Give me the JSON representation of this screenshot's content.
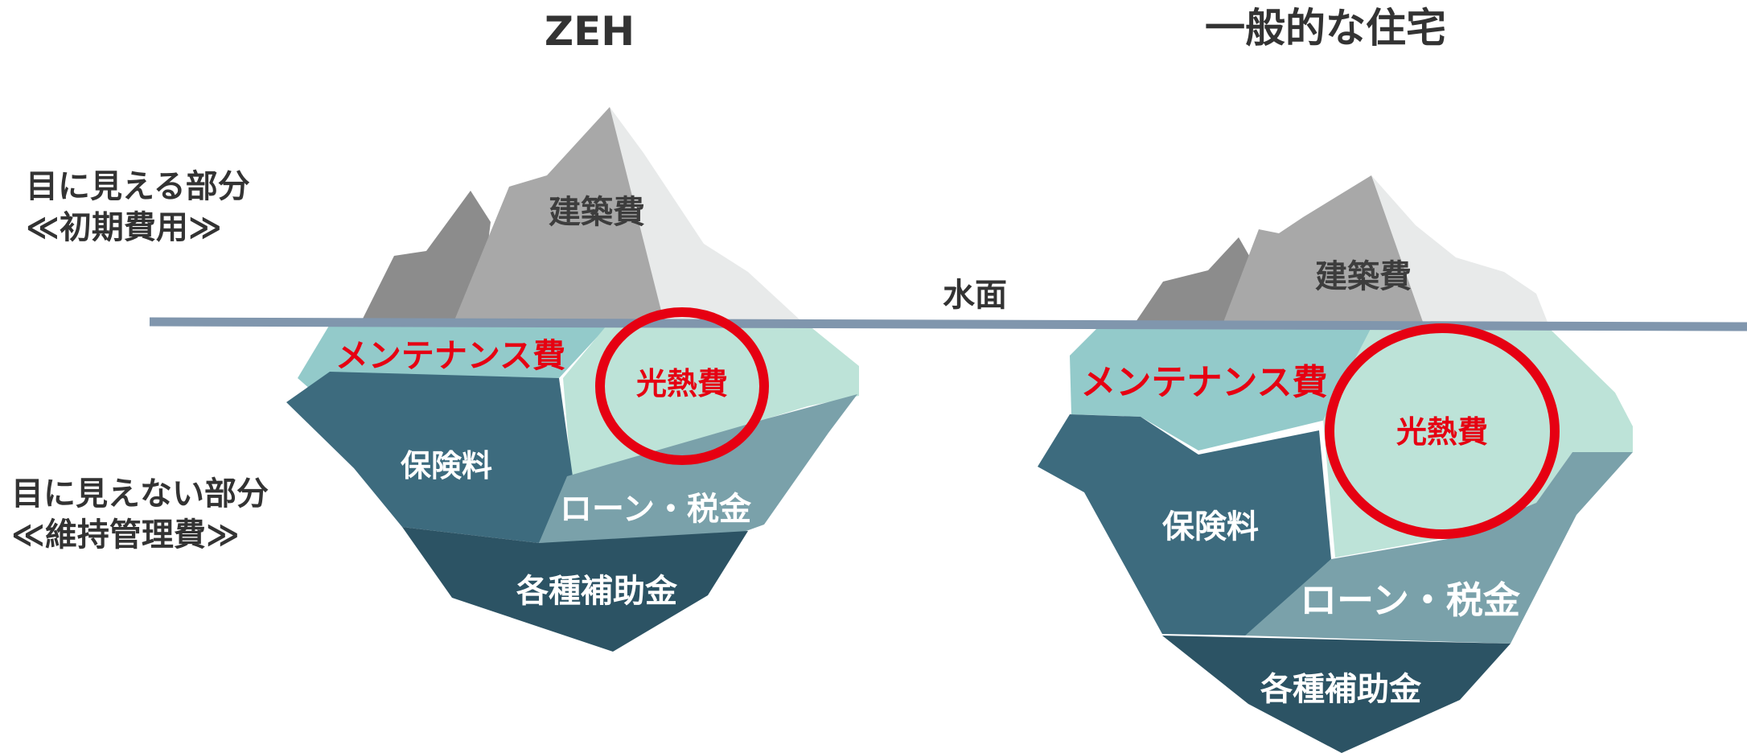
{
  "titles": {
    "left": "ZEH",
    "right": "一般的な住宅"
  },
  "side_labels": {
    "visible_line1": "目に見える部分",
    "visible_line2": "≪初期費用≫",
    "hidden_line1": "目に見えない部分",
    "hidden_line2": "≪維持管理費≫"
  },
  "water_label": "水面",
  "left_iceberg": {
    "construction": "建築費",
    "maintenance": "メンテナンス費",
    "utilities": "光熱費",
    "insurance": "保険料",
    "loan_tax": "ローン・税金",
    "subsidies": "各種補助金"
  },
  "right_iceberg": {
    "construction": "建築費",
    "maintenance": "メンテナンス費",
    "utilities": "光熱費",
    "insurance": "保険料",
    "loan_tax": "ローン・税金",
    "subsidies": "各種補助金"
  },
  "colors": {
    "highlight": "#e60012",
    "water_line": "#8096ad",
    "peak_dark": "#8c8c8c",
    "peak_mid": "#a8a8a8",
    "peak_light": "#e8eaea",
    "teal_light": "#93caca",
    "mint": "#bde3d8",
    "slate": "#3d6b7e",
    "slate_grey": "#7aa1aa",
    "navy": "#2c5364"
  }
}
